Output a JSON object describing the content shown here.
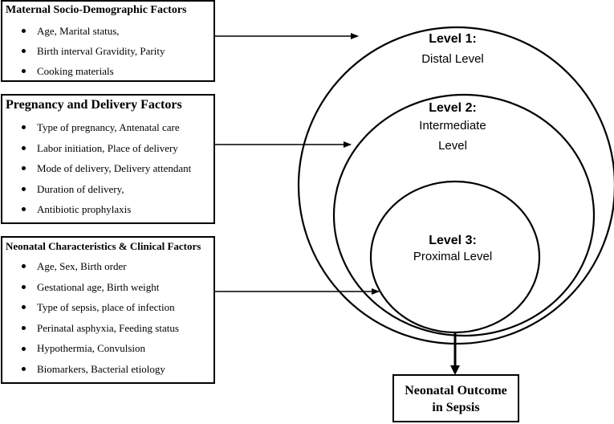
{
  "boxes": {
    "maternal": {
      "title": "Maternal Socio-Demographic Factors",
      "items": [
        "Age, Marital status,",
        "Birth interval Gravidity, Parity",
        "Cooking materials"
      ]
    },
    "pregnancy": {
      "title": "Pregnancy and Delivery Factors",
      "items": [
        "Type of pregnancy, Antenatal care",
        "Labor initiation, Place of delivery",
        "Mode of delivery, Delivery attendant",
        "Duration of delivery,",
        "Antibiotic prophylaxis"
      ]
    },
    "neonatal": {
      "title": "Neonatal Characteristics & Clinical Factors",
      "items": [
        "Age, Sex, Birth order",
        "Gestational age, Birth weight",
        "Type of sepsis,  place of infection",
        "Perinatal asphyxia, Feeding status",
        "Hypothermia, Convulsion",
        "Biomarkers, Bacterial etiology"
      ]
    }
  },
  "levels": {
    "level1": {
      "title": "Level 1:",
      "sub": "Distal Level"
    },
    "level2": {
      "title": "Level 2:",
      "sub1": "Intermediate",
      "sub2": "Level"
    },
    "level3": {
      "title": "Level 3:",
      "sub": "Proximal Level"
    }
  },
  "outcome": {
    "line1": "Neonatal Outcome",
    "line2": "in Sepsis"
  }
}
